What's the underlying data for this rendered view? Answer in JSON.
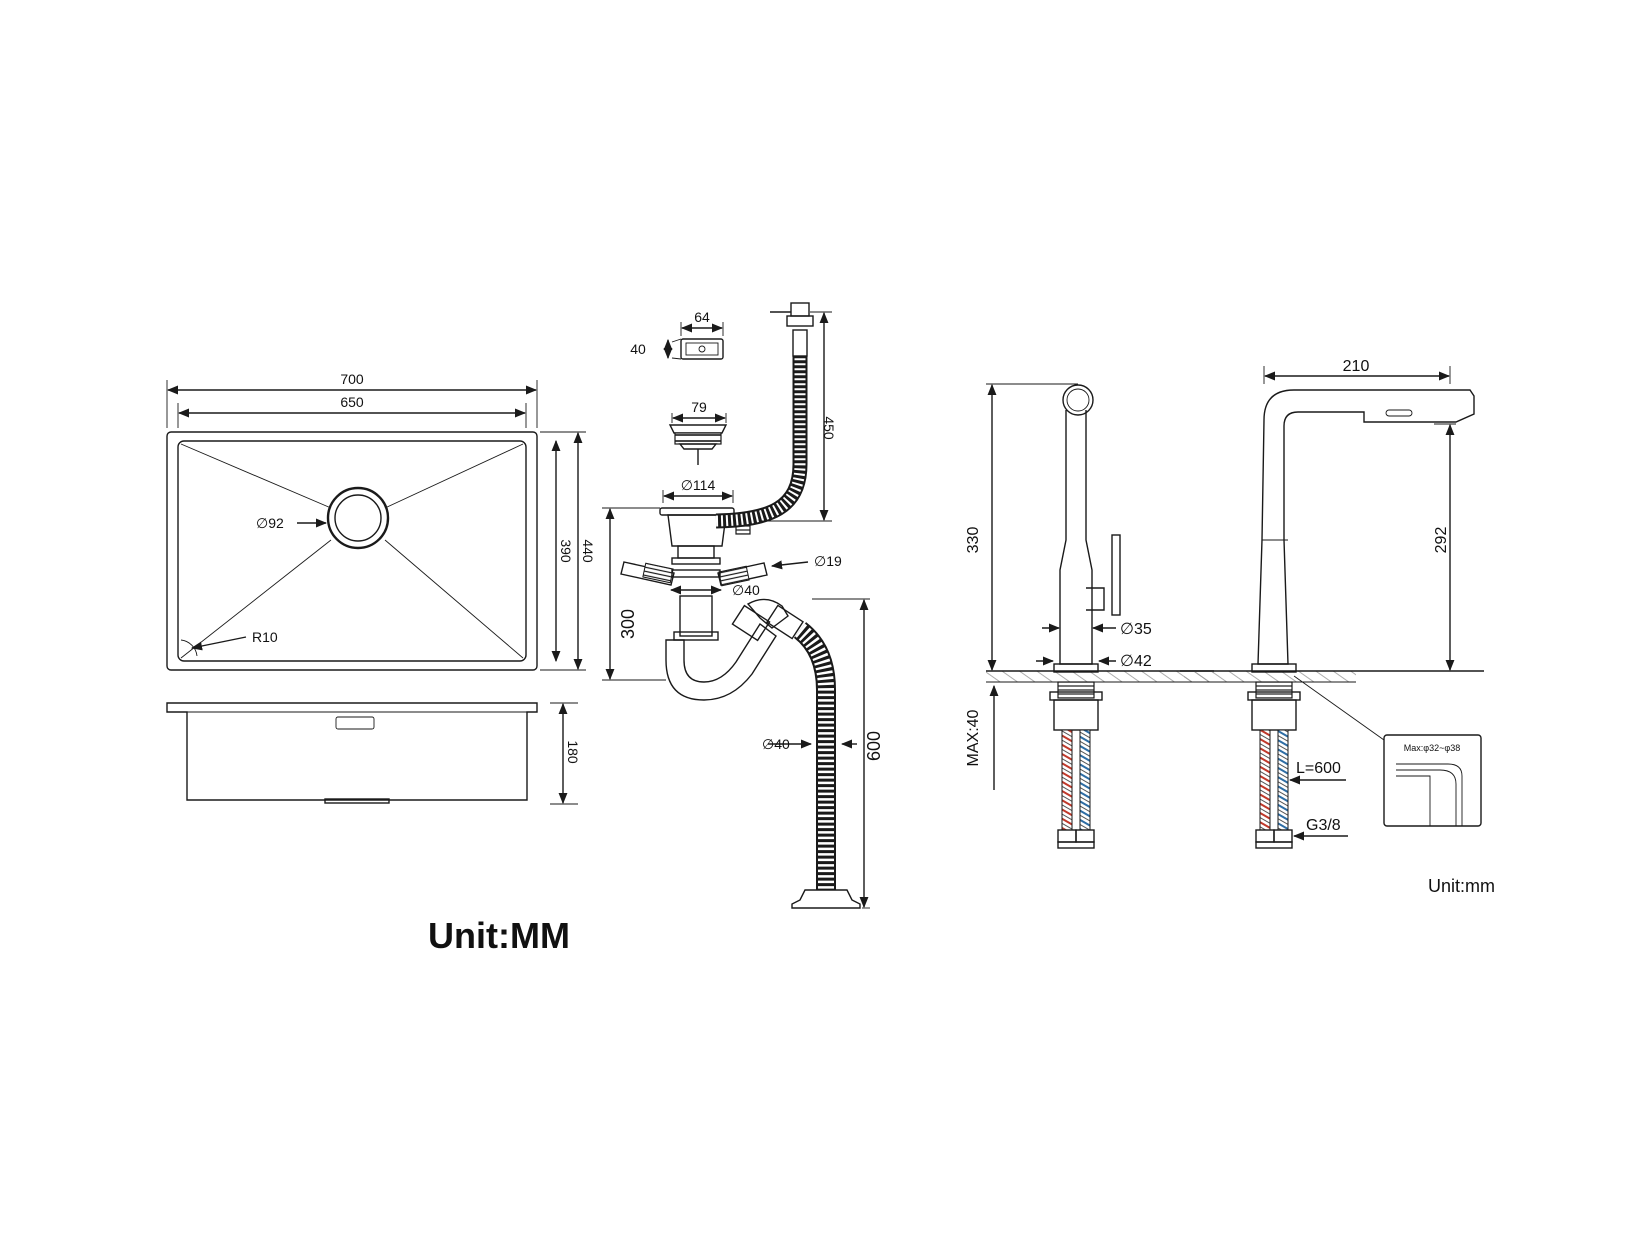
{
  "sink": {
    "outer_width": "700",
    "inner_width": "650",
    "drain_diameter": "∅92",
    "corner_radius": "R10",
    "inner_depth": "390",
    "outer_depth": "440",
    "bowl_height": "180"
  },
  "drain": {
    "overflow_width": "64",
    "overflow_height": "40",
    "strainer_diameter": "79",
    "flange_diameter": "∅114",
    "overflow_hose_length": "450",
    "overflow_pipe_diameter": "∅19",
    "pipe_diameter": "∅40",
    "trap_height": "300",
    "waste_hose_diameter": "∅40",
    "waste_hose_length": "600"
  },
  "faucet": {
    "height": "330",
    "handle_diameter": "∅35",
    "base_diameter": "∅42",
    "max_deck_thickness": "MAX:40",
    "reach": "210",
    "spout_height": "292",
    "hole_note": "Max:φ32~φ38",
    "hose_length": "L=600",
    "thread": "G3/8"
  },
  "units": {
    "left": "Unit:MM",
    "right": "Unit:mm"
  },
  "colors": {
    "line": "#1a1a1a",
    "hot_hose": "#c0392b",
    "cold_hose": "#2e6da4"
  }
}
